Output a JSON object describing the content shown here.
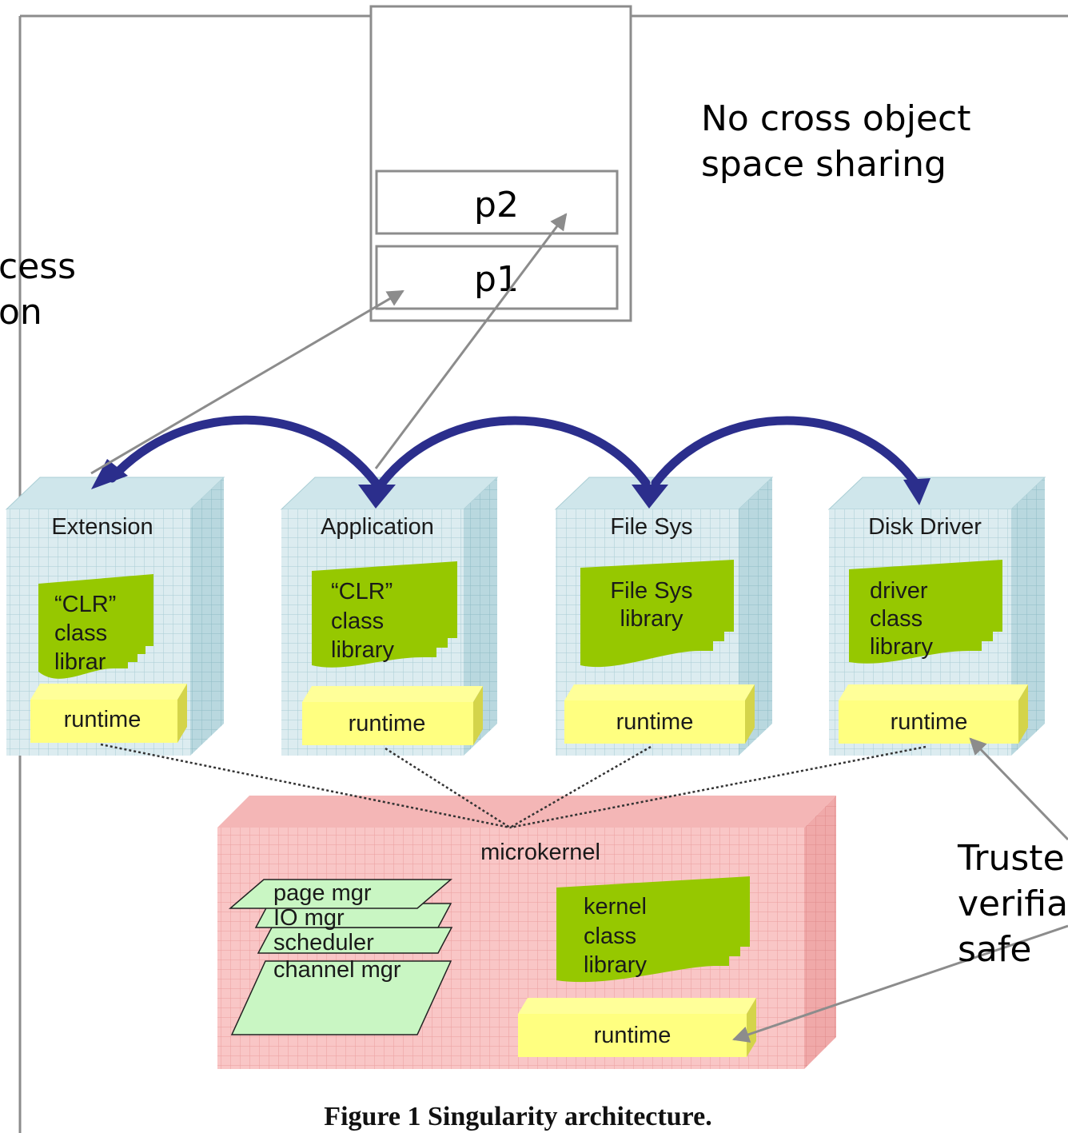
{
  "slide": {
    "note_top": [
      "No cross object",
      "space sharing"
    ],
    "note_left": [
      "cess",
      "on"
    ],
    "note_right": [
      "Truste",
      "verifia",
      "safe"
    ],
    "slots": [
      "p2",
      "p1"
    ]
  },
  "figure": {
    "processes": [
      {
        "title": "Extension",
        "library": [
          "“CLR”",
          "class",
          "librar"
        ],
        "runtime": "runtime"
      },
      {
        "title": "Application",
        "library": [
          "“CLR”",
          "class",
          "library"
        ],
        "runtime": "runtime"
      },
      {
        "title": "File Sys",
        "library": [
          "File Sys",
          "library"
        ],
        "runtime": "runtime"
      },
      {
        "title": "Disk Driver",
        "library": [
          "driver",
          "class",
          "library"
        ],
        "runtime": "runtime"
      }
    ],
    "kernel": {
      "title": "microkernel",
      "managers": [
        "page mgr",
        "IO mgr",
        "scheduler",
        "channel mgr"
      ],
      "library": [
        "kernel",
        "class",
        "library"
      ],
      "runtime": "runtime"
    },
    "caption": "Figure 1 Singularity architecture."
  },
  "colors": {
    "process_fill": "#dcecf0",
    "process_grid": "#a9cdd4",
    "kernel_fill": "#f9c6c6",
    "kernel_grid": "#eb9f9f",
    "library_green": "#96c800",
    "runtime_yellow": "#ffff80",
    "manager_green": "#c9f6c3",
    "channel_arrow": "#2b2e8c",
    "frame_gray": "#8c8c8c"
  }
}
